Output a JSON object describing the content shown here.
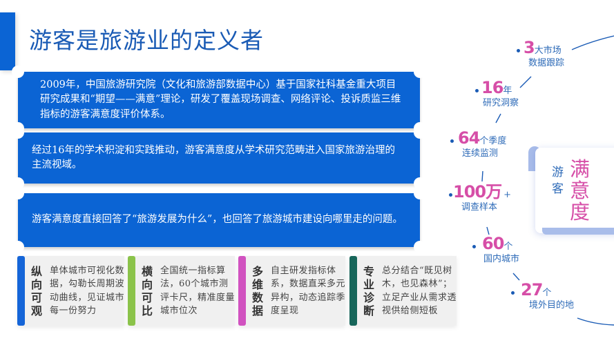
{
  "header": {
    "title": "游客是旅游业的定义者"
  },
  "intro_panels": [
    {
      "text": "2009年，中国旅游研究院（文化和旅游部数据中心）基于国家社科基金重大项目研究成果和“期望——满意”理论，研发了覆盖现场调查、网络评论、投诉质监三维指标的游客满意度评价体系。"
    },
    {
      "text": "经过16年的学术积淀和实践推动，游客满意度从学术研究范畴进入国家旅游治理的主流视域。"
    },
    {
      "text": "游客满意度直接回答了“旅游发展为什么”，也回答了旅游城市建设向哪里走的问题。"
    }
  ],
  "features": [
    {
      "label": "纵向可观",
      "desc": "单体城市可视化数据，勾勒长周期波动曲线，见证城市每一份努力",
      "color": "#1565d8"
    },
    {
      "label": "横向可比",
      "desc": "全国统一指标算法，60个城市测评卡尺，精准度量城市位次",
      "color": "#8bc34a"
    },
    {
      "label": "多维数据",
      "desc": "自主研发指标体系，数据直采多元异构，动态追踪季度呈现",
      "color": "#d152c0"
    },
    {
      "label": "专业诊断",
      "desc": "总分结合“既见树木，也见森林”；立足产业从需求透视供给侧短板",
      "color": "#17665a"
    }
  ],
  "stats": [
    {
      "num": "3",
      "unit": "大市场",
      "sub": "数据跟踪"
    },
    {
      "num": "16",
      "unit": "年",
      "sub": "研究洞察"
    },
    {
      "num": "64",
      "unit": "个季度",
      "sub": "连续监测"
    },
    {
      "num": "100万",
      "unit": "+",
      "sub": "调查样本"
    },
    {
      "num": "60",
      "unit": "个",
      "sub": "国内城市"
    },
    {
      "num": "27",
      "unit": "个",
      "sub": "境外目的地"
    }
  ],
  "scroll_badge": {
    "small": "游客",
    "big": "满意度"
  },
  "colors": {
    "primary_blue": "#0b64d4",
    "title_blue": "#1a5bb5",
    "accent_pink": "#d64ea7",
    "text_blue": "#2e6bb8"
  }
}
